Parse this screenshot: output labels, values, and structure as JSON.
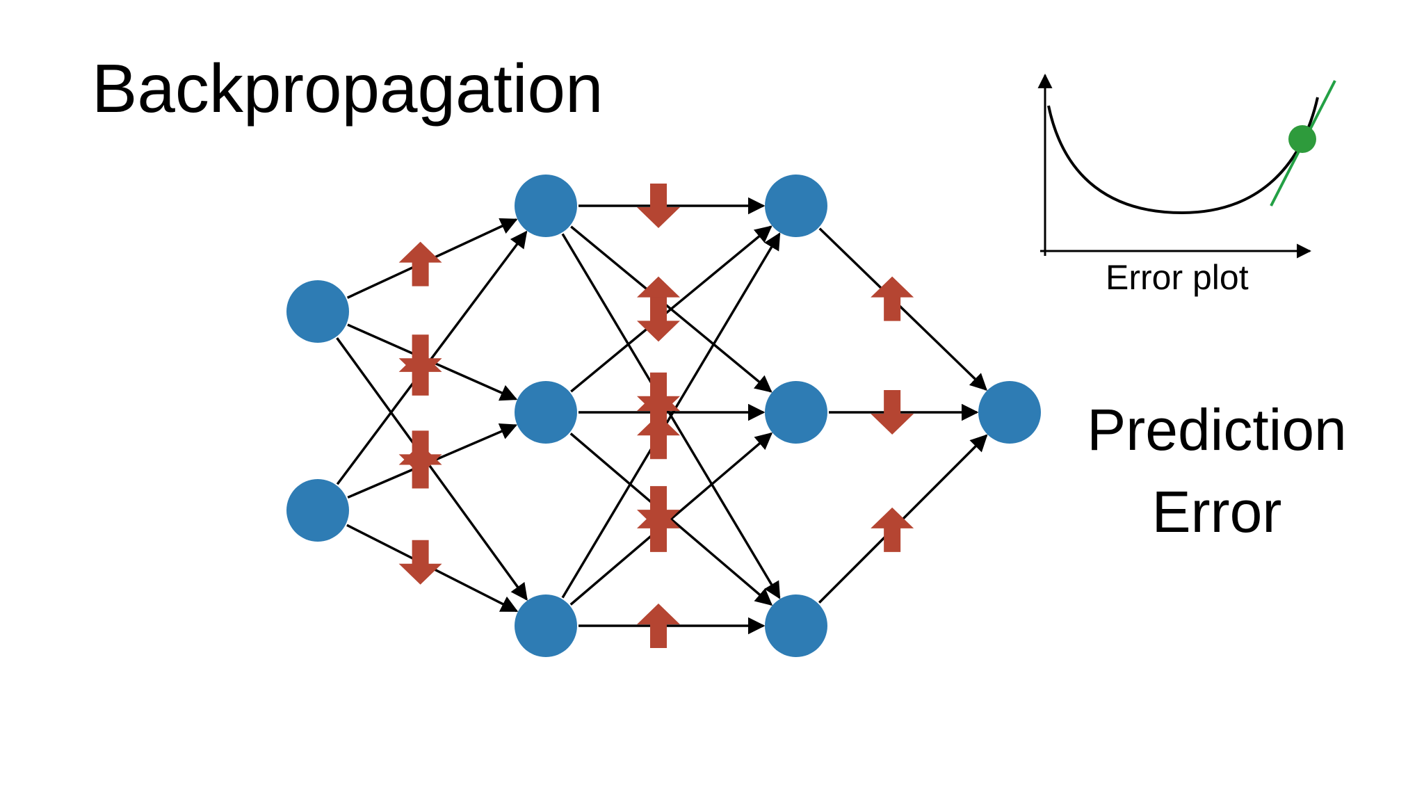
{
  "title": "Backpropagation",
  "prediction_label": [
    "Prediction",
    "Error"
  ],
  "error_plot": {
    "label": "Error plot"
  },
  "colors": {
    "node": "#2e7cb4",
    "adjust_arrow": "#b54532",
    "edge": "#000000",
    "tangent": "#23a045",
    "point": "#2e9b3c"
  },
  "network": {
    "layers": [
      2,
      3,
      3,
      1
    ],
    "edge_adjustments": [
      "up",
      "down",
      "down",
      "up",
      "up",
      "down",
      "down",
      "up",
      "down",
      "down",
      "up",
      "down",
      "up",
      "up",
      "up",
      "up",
      "down",
      "up",
      "up",
      "down",
      "down"
    ]
  }
}
